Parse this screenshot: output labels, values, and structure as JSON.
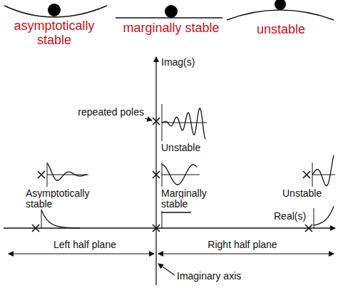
{
  "diagram": {
    "labels": [
      "asymptotically stable",
      "marginally stable",
      "unstable",
      "Imag(s)",
      "repeated poles",
      "Unstable",
      "Asymptotically stable",
      "Marginally stable",
      "Unstable",
      "Real(s)",
      "Left half plane",
      "Right half plane",
      "Imaginary axis"
    ]
  }
}
